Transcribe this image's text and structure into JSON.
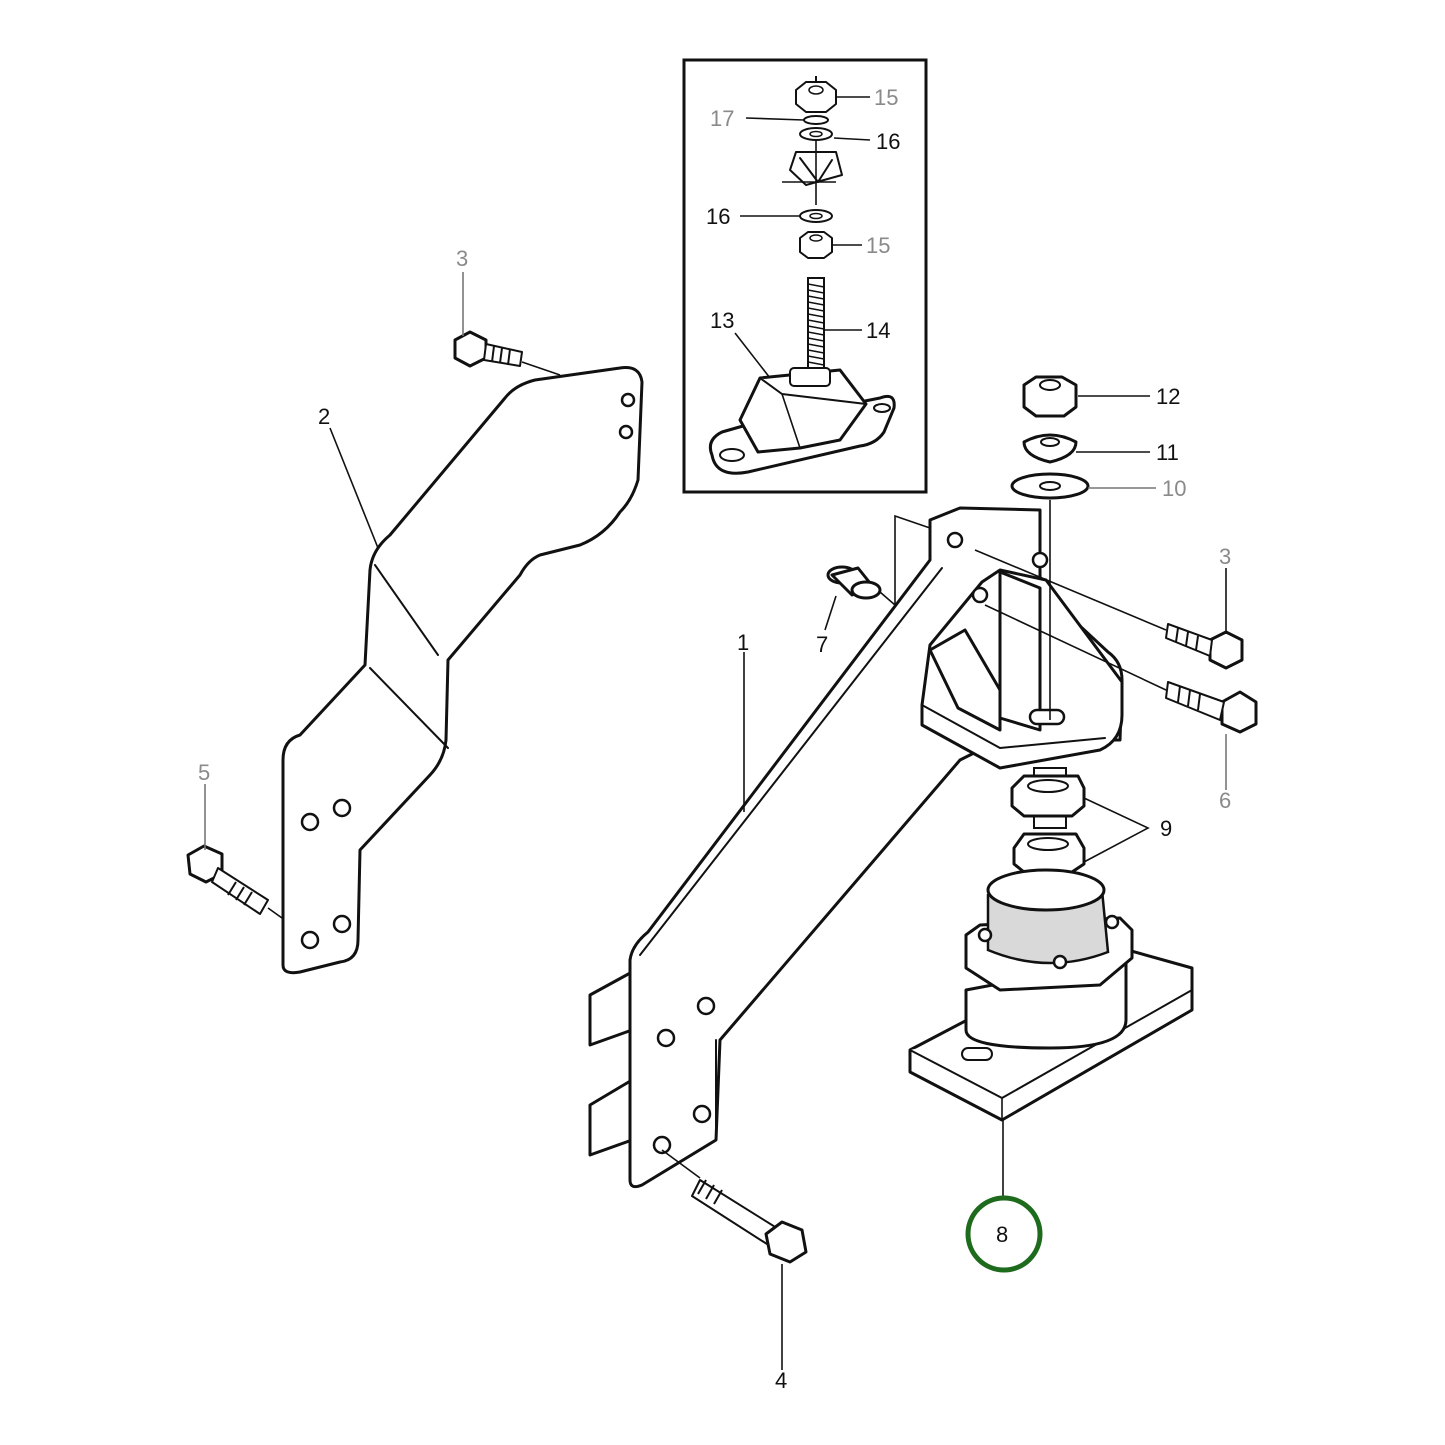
{
  "callouts": {
    "c1": "1",
    "c2": "2",
    "c3a": "3",
    "c3b": "3",
    "c4": "4",
    "c5": "5",
    "c6": "6",
    "c7": "7",
    "c8": "8",
    "c9": "9",
    "c10": "10",
    "c11": "11",
    "c12": "12",
    "c13": "13",
    "c14": "14",
    "c15a": "15",
    "c15b": "15",
    "c16a": "16",
    "c16b": "16",
    "c17": "17"
  },
  "highlight": {
    "item": "8",
    "color": "#1e6b1e"
  }
}
